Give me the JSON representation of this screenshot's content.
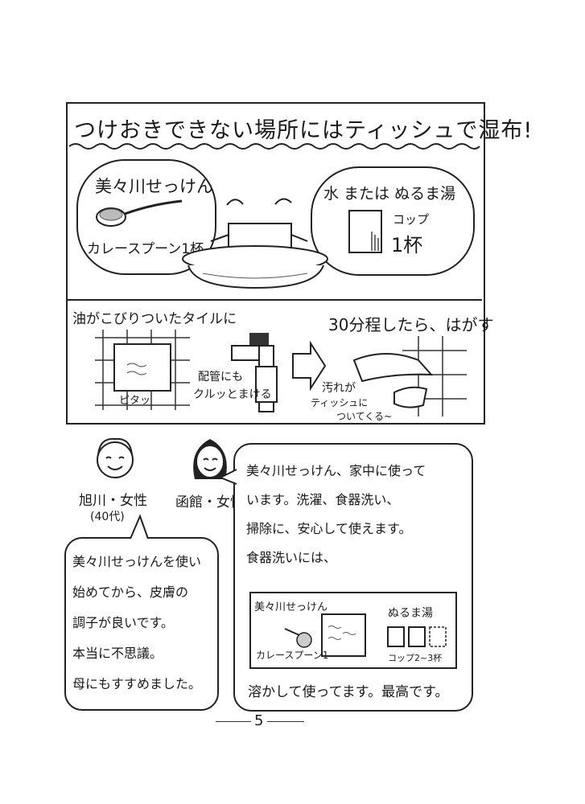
{
  "header": {
    "title": "つけおきできない場所にはティッシュで湿布!"
  },
  "top_panel": {
    "soap_label": "美々川せっけん",
    "spoon_label": "カレースプーン1杯",
    "water_label": "水 または ぬるま湯",
    "cup_label": "コップ",
    "cup_count": "1杯"
  },
  "middle_panel": {
    "left_title": "油がこびりついたタイルに",
    "pita_label": "ピタッ",
    "pipe_label_1": "配管にも",
    "pipe_label_2": "クルッとまける",
    "right_title": "30分程したら、はがす",
    "dirt_label_1": "汚れが",
    "dirt_label_2": "ティッシュに",
    "dirt_label_3": "ついてくる~"
  },
  "testimonials": {
    "person1_name": "旭川・女性",
    "person1_age": "(40代)",
    "person2_name": "函館・女性",
    "bubble1_lines": [
      "美々川せっけんを使い",
      "始めてから、皮膚の",
      "調子が良いです。",
      "本当に不思議。",
      "母にもすすめました。"
    ],
    "bubble2_lines": [
      "美々川せっけん、家中に使って",
      "います。洗濯、食器洗い、",
      "掃除に、安心して使えます。",
      "食器洗いには、"
    ],
    "mini_soap_label": "美々川せっけん",
    "mini_water_label": "ぬるま湯",
    "mini_spoon_label": "カレースプーン1",
    "mini_cups_label": "コップ2~3杯",
    "bubble2_end": "溶かして使ってます。最高です。"
  },
  "footer": {
    "page_number": "5"
  }
}
